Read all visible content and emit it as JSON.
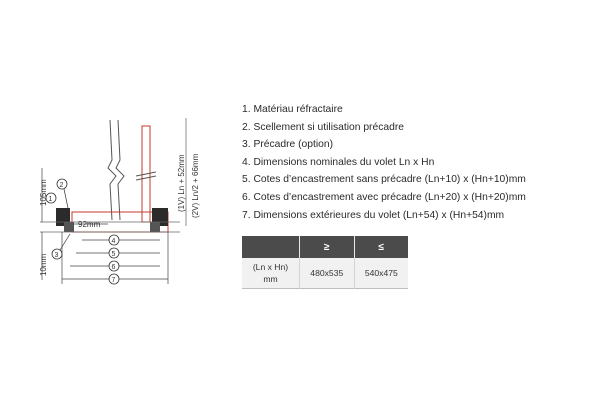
{
  "legend": [
    "1. Matériau réfractaire",
    "2. Scellement si utilisation précadre",
    "3. Précadre (option)",
    "4. Dimensions nominales du volet Ln x Hn",
    "5. Cotes d’encastrement sans précadre (Ln+10) x (Hn+10)mm",
    "6. Cotes d’encastrement avec précadre (Ln+20) x (Hn+20)mm",
    "7. Dimensions extérieures du volet (Ln+54) x (Hn+54)mm"
  ],
  "table": {
    "headers": [
      "",
      "≥",
      "≤"
    ],
    "row_label_line1": "(Ln x Hn)",
    "row_label_line2": "mm",
    "values": [
      "480x535",
      "540x475"
    ]
  },
  "diagram": {
    "dim_105mm": "105mm",
    "dim_10mm": "10mm",
    "dim_92mm": "92mm",
    "vertical_label_1": "(1V) Ln + 52mm",
    "vertical_label_2": "(2V) Ln/2 + 66mm",
    "callouts": [
      "1",
      "2",
      "3",
      "4",
      "5",
      "6",
      "7"
    ],
    "accent_color": "#c0392b",
    "frame_color": "#2b2b2b"
  }
}
